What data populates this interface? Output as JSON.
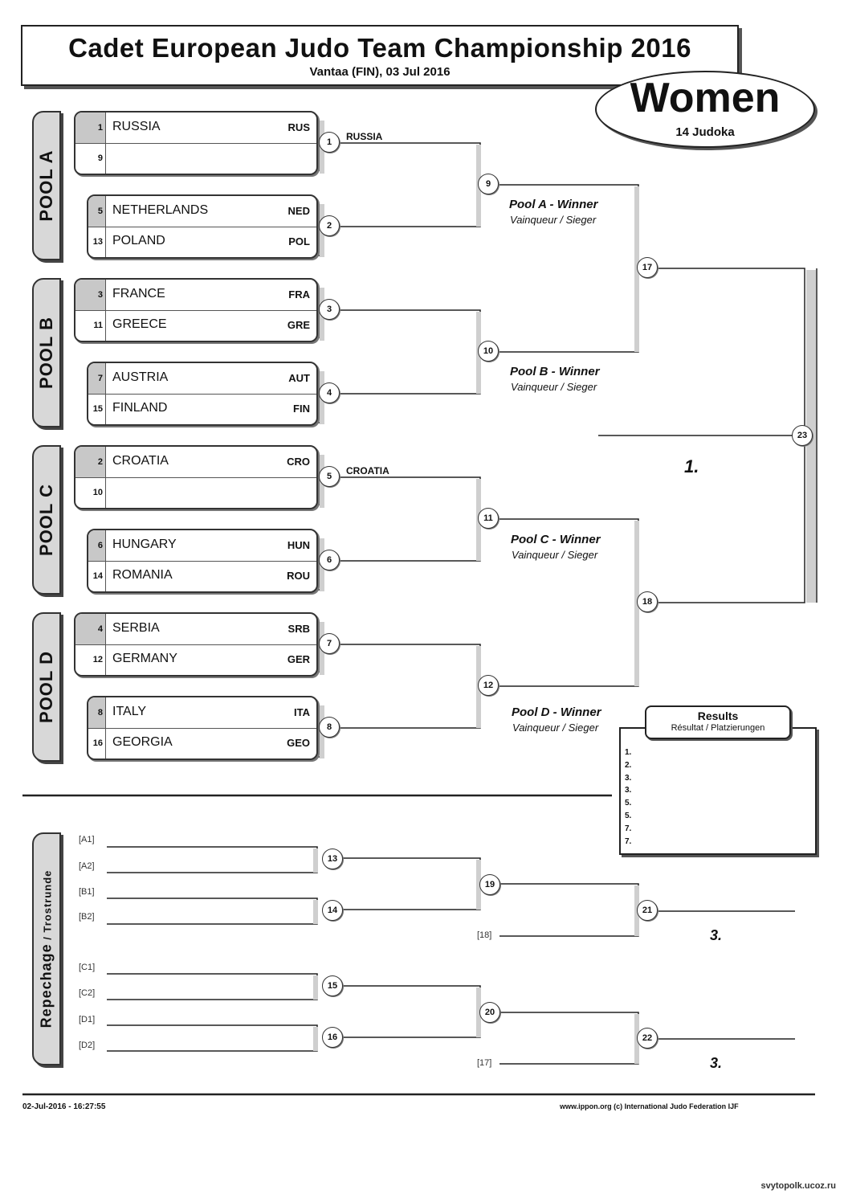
{
  "header": {
    "title": "Cadet European Judo Team Championship 2016",
    "subtitle": "Vantaa (FIN), 03 Jul 2016"
  },
  "category": {
    "gender": "Women",
    "count": "14 Judoka"
  },
  "pools": [
    "POOL A",
    "POOL B",
    "POOL C",
    "POOL D"
  ],
  "boxes": [
    {
      "seed1": "1",
      "name1": "RUSSIA",
      "code1": "RUS",
      "seed2": "9",
      "name2": "",
      "code2": ""
    },
    {
      "seed1": "5",
      "name1": "NETHERLANDS",
      "code1": "NED",
      "seed2": "13",
      "name2": "POLAND",
      "code2": "POL"
    },
    {
      "seed1": "3",
      "name1": "FRANCE",
      "code1": "FRA",
      "seed2": "11",
      "name2": "GREECE",
      "code2": "GRE"
    },
    {
      "seed1": "7",
      "name1": "AUSTRIA",
      "code1": "AUT",
      "seed2": "15",
      "name2": "FINLAND",
      "code2": "FIN"
    },
    {
      "seed1": "2",
      "name1": "CROATIA",
      "code1": "CRO",
      "seed2": "10",
      "name2": "",
      "code2": ""
    },
    {
      "seed1": "6",
      "name1": "HUNGARY",
      "code1": "HUN",
      "seed2": "14",
      "name2": "ROMANIA",
      "code2": "ROU"
    },
    {
      "seed1": "4",
      "name1": "SERBIA",
      "code1": "SRB",
      "seed2": "12",
      "name2": "GERMANY",
      "code2": "GER"
    },
    {
      "seed1": "8",
      "name1": "ITALY",
      "code1": "ITA",
      "seed2": "16",
      "name2": "GEORGIA",
      "code2": "GEO"
    }
  ],
  "bouts": [
    "1",
    "2",
    "3",
    "4",
    "5",
    "6",
    "7",
    "8",
    "9",
    "10",
    "11",
    "12",
    "13",
    "14",
    "15",
    "16",
    "17",
    "18",
    "19",
    "20",
    "21",
    "22",
    "23"
  ],
  "advanced": {
    "bout1": "RUSSIA",
    "bout5": "CROATIA"
  },
  "pool_winners": [
    {
      "title": "Pool A - Winner",
      "sub": "Vainqueur / Sieger"
    },
    {
      "title": "Pool B - Winner",
      "sub": "Vainqueur / Sieger"
    },
    {
      "title": "Pool C - Winner",
      "sub": "Vainqueur / Sieger"
    },
    {
      "title": "Pool D - Winner",
      "sub": "Vainqueur / Sieger"
    }
  ],
  "first_place": "1.",
  "third_place": "3.",
  "results": {
    "title": "Results",
    "subtitle": "Résultat / Platzierungen",
    "places": [
      "1.",
      "2.",
      "3.",
      "3.",
      "5.",
      "5.",
      "7.",
      "7."
    ]
  },
  "repechage": {
    "label_main": "Repechage",
    "label_sub": " / Trostrunde",
    "slots": [
      "[A1]",
      "[A2]",
      "[B1]",
      "[B2]",
      "[C1]",
      "[C2]",
      "[D1]",
      "[D2]"
    ],
    "from_semis": [
      "[18]",
      "[17]"
    ]
  },
  "footer": {
    "timestamp": "02-Jul-2016 - 16:27:55",
    "credit": "www.ippon.org   (c) International Judo Federation IJF",
    "watermark": "svytopolk.ucoz.ru"
  }
}
